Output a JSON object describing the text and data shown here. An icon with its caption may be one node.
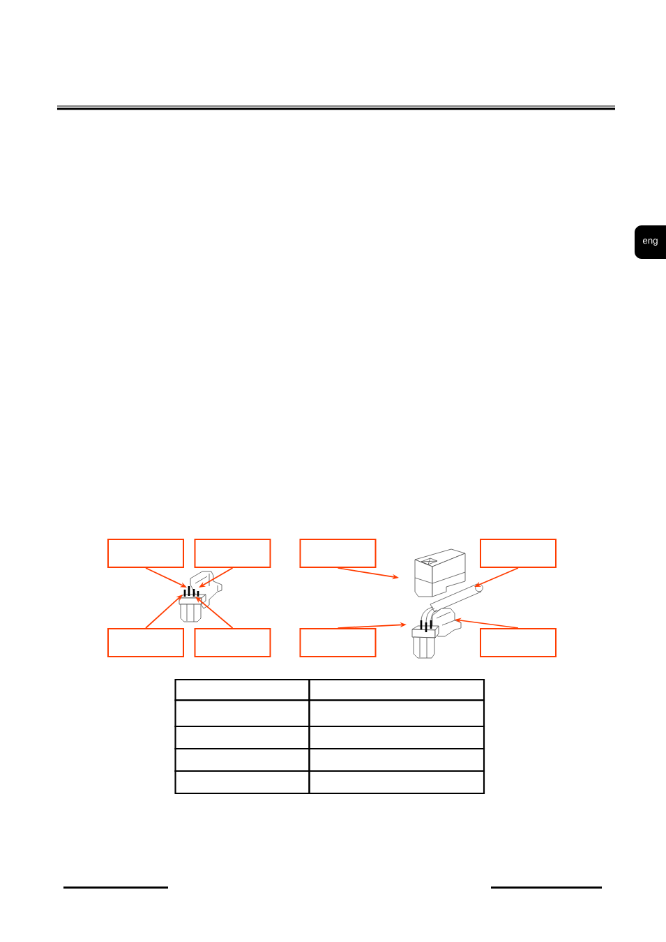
{
  "diagram": {
    "nodes": [
      {
        "text": [
          "eng"
        ]
      },
      {
        "text": [],
        "shape": "box"
      },
      {
        "text": [],
        "shape": "box"
      },
      {
        "text": [],
        "shape": "box"
      },
      {
        "text": [],
        "shape": "box"
      },
      {
        "text": [],
        "shape": "box"
      },
      {
        "text": [],
        "shape": "box"
      },
      {
        "text": [],
        "shape": "box"
      },
      {
        "text": [],
        "shape": "box"
      }
    ],
    "edges": [
      {
        "from": 1,
        "to": null,
        "arrow": "to"
      },
      {
        "from": 2,
        "to": null,
        "arrow": "to"
      },
      {
        "from": 3,
        "to": null,
        "arrow": "to"
      },
      {
        "from": 4,
        "to": null,
        "arrow": "to"
      },
      {
        "from": 5,
        "to": null,
        "arrow": "to"
      },
      {
        "from": 6,
        "to": null,
        "arrow": "to"
      },
      {
        "from": 7,
        "to": null,
        "arrow": "to"
      },
      {
        "from": 8,
        "to": null,
        "arrow": "to"
      }
    ]
  }
}
